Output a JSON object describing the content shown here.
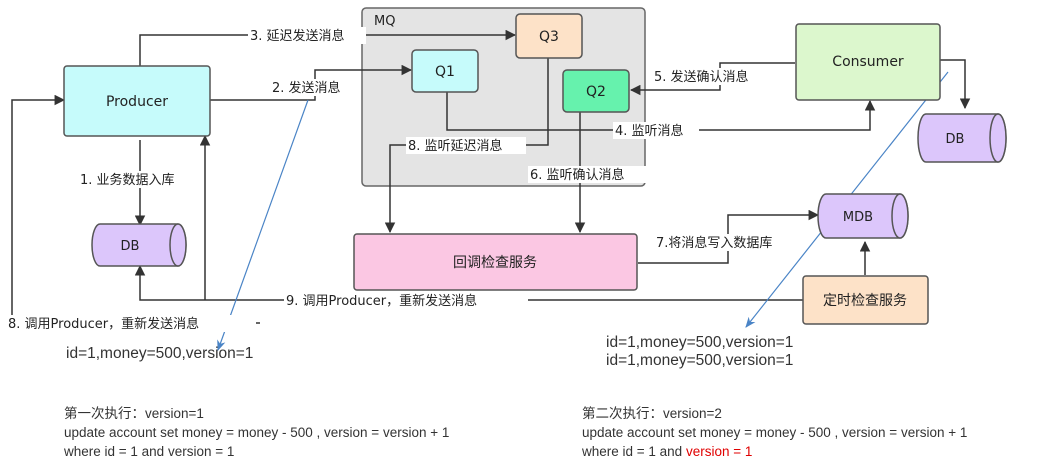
{
  "colors": {
    "producer": "#c6fbfb",
    "q1": "#c6fbfb",
    "q2": "#66f2ad",
    "q3": "#fde2c8",
    "consumer": "#dcf7cd",
    "callback": "#fbc7e3",
    "timer": "#fde2c8",
    "cylinder": "#dcc6fb",
    "mq": "#e4e4e4",
    "highlight": "#e00000"
  },
  "nodes": {
    "mq": "MQ",
    "producer": "Producer",
    "q1": "Q1",
    "q2": "Q2",
    "q3": "Q3",
    "consumer": "Consumer",
    "db_left": "DB",
    "db_right": "DB",
    "mdb": "MDB",
    "callback": "回调检查服务",
    "timer": "定时检查服务"
  },
  "edges": {
    "e1": "1. 业务数据入库",
    "e2": "2. 发送消息",
    "e3": "3. 延迟发送消息",
    "e4": "4. 监听消息",
    "e5": "5. 发送确认消息",
    "e6": "6. 监听确认消息",
    "e7": "7.将消息写入数据库",
    "e8a": "8. 监听延迟消息",
    "e8b": "8. 调用Producer，重新发送消息",
    "e9": "9. 调用Producer，重新发送消息"
  },
  "notes": {
    "record_left": "id=1,money=500,version=1",
    "record_right_1": "id=1,money=500,version=1",
    "record_right_2": "id=1,money=500,version=1",
    "first": {
      "title": "第一次执行：version=1",
      "sql": "update account set money = money - 500 , version = version + 1",
      "where": "where id = 1 and version = 1"
    },
    "second": {
      "title": "第二次执行：version=2",
      "sql": "update account set money = money - 500 , version = version + 1",
      "where_prefix": "where id = 1 and ",
      "where_highlight": "version = 1"
    }
  }
}
